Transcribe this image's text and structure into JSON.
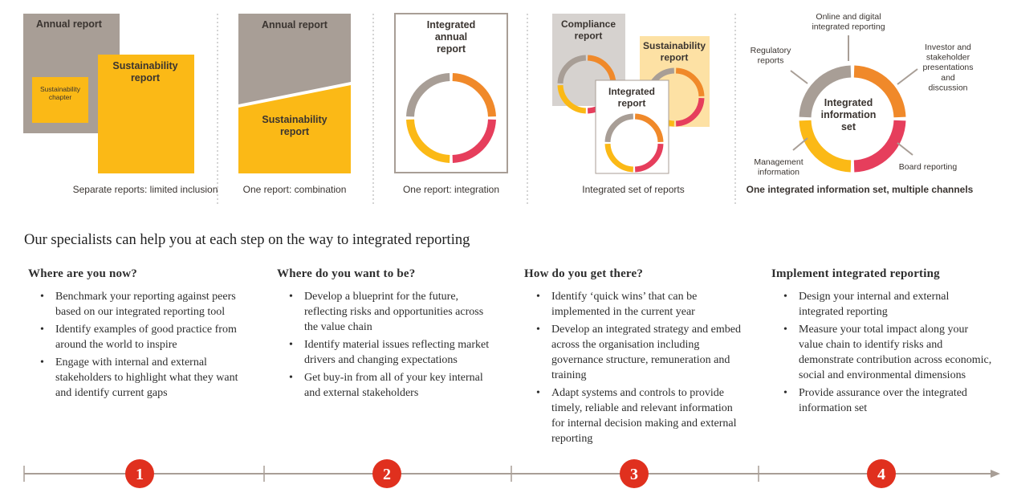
{
  "models": [
    {
      "caption": "Separate reports: limited inclusion",
      "labels": [
        "Annual report",
        "Sustainability report",
        "Sustainability chapter"
      ]
    },
    {
      "caption": "One report: combination",
      "labels": [
        "Annual report",
        "Sustainability report"
      ]
    },
    {
      "caption": "One report: integration",
      "labels": [
        "Integrated annual report"
      ]
    },
    {
      "caption": "Integrated set of reports",
      "labels": [
        "Compliance report",
        "Sustainability report",
        "Integrated report"
      ]
    },
    {
      "caption": "One integrated information set, multiple channels",
      "center": "Integrated information set",
      "channels": [
        "Online and digital integrated reporting",
        "Regulatory reports",
        "Investor and stakeholder presentations and discussion",
        "Management information",
        "Board reporting"
      ]
    }
  ],
  "heading": "Our specialists can help you at each step on the way to integrated reporting",
  "steps": [
    {
      "number": "1",
      "title": "Where are you now?",
      "bullets": [
        "Benchmark your reporting against peers based on our integrated reporting tool",
        "Identify examples of good practice from around the world to inspire",
        "Engage with internal and external stakeholders to highlight what they want and identify current gaps"
      ]
    },
    {
      "number": "2",
      "title": "Where do you want to be?",
      "bullets": [
        "Develop a blueprint for the future, reflecting risks and opportunities across the value chain",
        "Identify material issues reflecting market drivers and changing expectations",
        "Get buy-in from all of your key internal and external stakeholders"
      ]
    },
    {
      "number": "3",
      "title": "How do you get there?",
      "bullets": [
        "Identify ‘quick wins’ that can be implemented in the current year",
        "Develop an integrated strategy and embed across the organisation including governance structure, remuneration and training",
        "Adapt systems and controls to provide timely, reliable and relevant information for internal decision making and external reporting"
      ]
    },
    {
      "number": "4",
      "title": "Implement integrated reporting",
      "bullets": [
        "Design your internal and external integrated reporting",
        "Measure your total impact along your value chain to identify risks and demonstrate contribution across economic, social and environmental dimensions",
        "Provide assurance over the integrated information set"
      ]
    }
  ],
  "colors": {
    "gray": "#a89e96",
    "yellow": "#fbb916",
    "orange": "#f0892a",
    "pink": "#e63e5c",
    "red": "#e0301e",
    "lightgray": "#d6d2cf",
    "lightyellow": "#fde1a4"
  }
}
